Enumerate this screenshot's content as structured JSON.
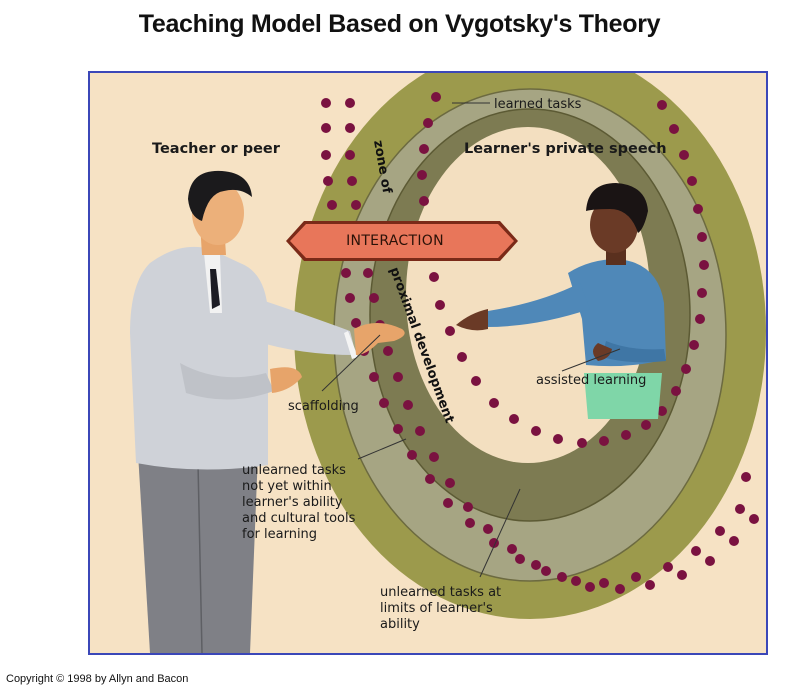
{
  "title": "Teaching Model Based on Vygotsky's Theory",
  "headings": {
    "teacher": "Teacher or peer",
    "learner": "Learner's private speech"
  },
  "interaction_label": "INTERACTION",
  "zone_labels": {
    "part1": "zone of",
    "part2": "proximal development"
  },
  "callouts": {
    "learned_tasks": "learned tasks",
    "assisted_learning": "assisted learning",
    "scaffolding": "scaffolding",
    "unlearned_not_yet": "unlearned tasks\nnot yet within\nlearner's ability\nand cultural tools\nfor learning",
    "unlearned_limits": "unlearned tasks at\nlimits of learner's\nability"
  },
  "copyright": "Copyright © 1998 by Allyn and Bacon",
  "colors": {
    "background": "#f6e2c4",
    "frame_border": "#3b47b8",
    "outer_band": "#9c9a4c",
    "zpd_band": "#a6a583",
    "inner_band": "#7d7b52",
    "dots": "#7a1240",
    "arrow_fill": "#e8765a",
    "arrow_border": "#7a2a18",
    "teacher_jacket": "#cfd2d8",
    "teacher_pants": "#7f8086",
    "learner_shirt": "#4f88b8",
    "learner_pants": "#7fd6a8"
  }
}
